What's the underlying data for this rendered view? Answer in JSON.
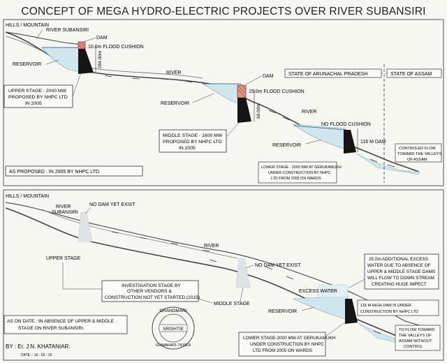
{
  "title": "CONCEPT OF MEGA HYDRO-ELECTRIC PROJECTS OVER RIVER SUBANSIRI",
  "top_panel": {
    "hills_label": "HILLS / MOUNTAIN",
    "river_subansiri": "RIVER SUBANSIRI",
    "dam_1": "DAM",
    "flood_cushion_1": "10.0m FLOOD CUSHION",
    "dam_height_1": "284.00m",
    "reservoir_1": "RESERVOIR",
    "river_1": "RIVER",
    "upper_stage_box": [
      "UPPER STAGE - 2000 MW",
      "PROPOSED BY NHPC LTD",
      "IN 2005"
    ],
    "state_arunachal": "STATE OF ARUNACHAL PRADESH",
    "state_assam": "STATE OF ASSAM",
    "dam_2": "DAM",
    "flood_cushion_2": "15.0m FLOOD CUSHION",
    "dam_height_2": "69.00m",
    "reservoir_2": "RESERVOIR",
    "river_2": "RIVER",
    "no_flood_cushion": "NO FLOOD CUSHION",
    "middle_stage_box": [
      "MIDDLE STAGE - 1600 MW",
      "PROPOSED BY NHPC LTD",
      "IN 2005"
    ],
    "reservoir_3": "RESERVOIR",
    "dam_116": "116 M DAM",
    "controlled_flow_box": [
      "CONTROLED FLOW",
      "TOWARD THE VALLEYS",
      "OF ASSAM"
    ],
    "as_proposed": "AS PROPOSED : IN 2005 BY NHPC LTD.",
    "lower_stage_box": [
      "LOWER STAGE - 2000 MW AT GERUKAMUKH",
      "UNDER CONSTRUCTION BY NHPC",
      "LTD FROM 2005 ON WARDS"
    ]
  },
  "bottom_panel": {
    "hills_label": "HILLS / MOUNTAIN",
    "river_subansiri": [
      "RIVER",
      "SUBANSIRI"
    ],
    "no_dam_1": "NO DAM YET EXIST",
    "river": "RIVER",
    "upper_stage": "UPPER STAGE",
    "no_dam_2": "NO DAM YET EXIST",
    "investigation_box": [
      "INVESTIGATION STAGE BY",
      "OTHER VENDORS  &",
      "CONSTRUCTION NOT YET STARTED (2015)"
    ],
    "middle_stage": "MIDDLE STAGE",
    "excess_box": [
      "25.0m ADDITIONAL EXCESS",
      "WATER DUE TO ABSENCE OF",
      "UPPER & MIDDLE STAGE DAMS",
      "WILL FLOW TO DOWN STREAM",
      "CREATING  HUGE IMPECT"
    ],
    "excess_water": "EXCESS WATER",
    "reservoir": "RESERVOIR",
    "dam_116_box": [
      "116 M HIGH DAM IS UNDER",
      "CONSTRUCTION BY NHPC LTD"
    ],
    "to_flow_box": [
      "TO FLOW TOWARD",
      "THE VALLEYS OF",
      "ASSAM WITHOUT",
      "CONTROL"
    ],
    "as_on_date": [
      "AS  ON DATE : IN ABSENCE OF UPPER & MIDDLE",
      "STAGE ON RIVER SUBANSIRI."
    ],
    "lower_stage_box": [
      "LOWER STAGE-2000 MW AT GERUKAMUKH",
      "UNDER CONSTRUCTION BY NHPC",
      "LTD FROM 2005 ON WARDS"
    ],
    "stamp": {
      "top": "CHANDMARI",
      "middle": "SRISHTIE",
      "bottom": "GUWAHATI-781003"
    },
    "by": "BY :  Er. J.N. KHATANIAR.",
    "date": "DATE :- 16 - 02 - 15"
  },
  "colors": {
    "water": "#cfe6ef",
    "dam": "#151515",
    "cushion": "#c24a4a",
    "ground": "#444444",
    "box_border": "#333333"
  }
}
